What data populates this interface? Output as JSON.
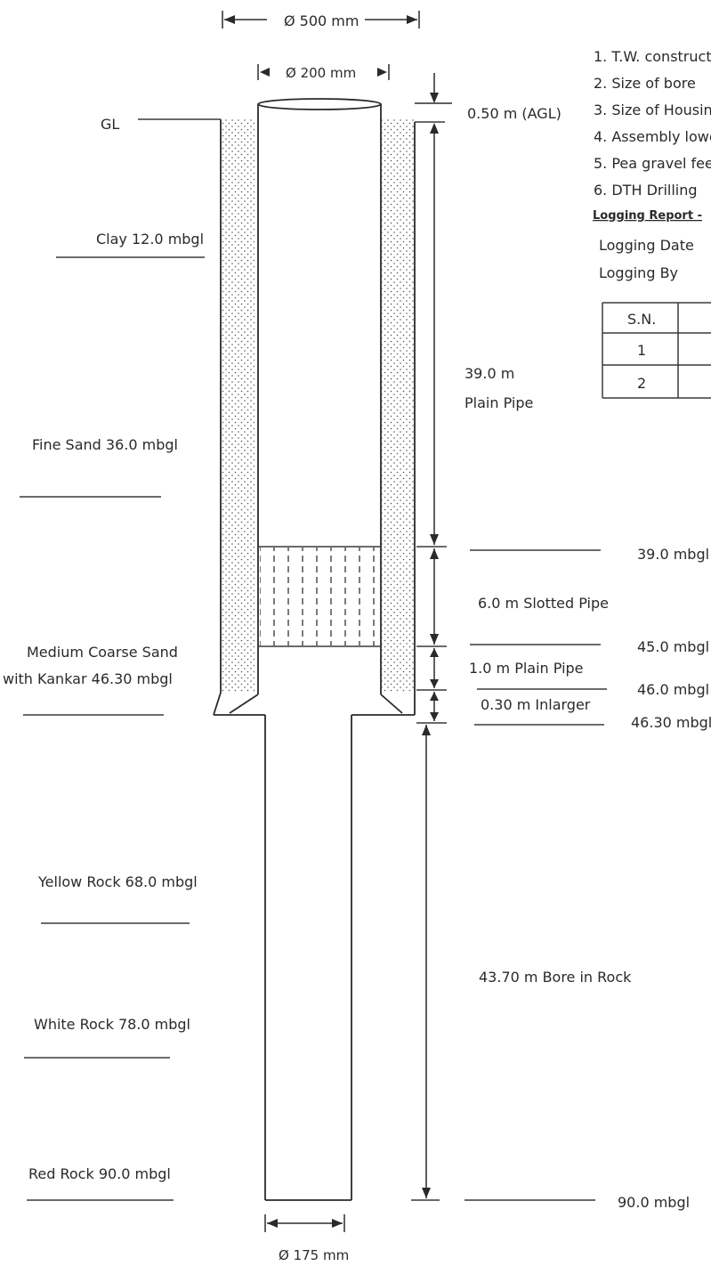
{
  "dimensions": {
    "outer_dia": "Ø 500 mm",
    "pipe_dia": "Ø 200 mm",
    "bore_dia": "Ø 175 mm",
    "agl": "0.50 m (AGL)"
  },
  "ground_label": "GL",
  "strata": [
    {
      "label": "Clay  12.0 mbgl"
    },
    {
      "label": "Fine Sand 36.0 mbgl"
    },
    {
      "label_line1": "Medium Coarse Sand",
      "label_line2": "with Kankar 46.30 mbgl"
    },
    {
      "label": "Yellow Rock 68.0 mbgl"
    },
    {
      "label": "White Rock 78.0 mbgl"
    },
    {
      "label": "Red Rock 90.0 mbgl"
    }
  ],
  "sections": {
    "plain_pipe_1": {
      "line1": "39.0 m",
      "line2": "Plain Pipe"
    },
    "slotted": "6.0 m Slotted Pipe",
    "plain_pipe_2": "1.0  m Plain Pipe",
    "enlarger": "0.30 m Inlarger",
    "rock_bore": "43.70 m Bore in Rock"
  },
  "depths": [
    "39.0 mbgl",
    "45.0 mbgl",
    "46.0 mbgl",
    "46.30 mbgl",
    "90.0 mbgl"
  ],
  "construction_list": [
    "1. T.W. construct",
    "2. Size of bore",
    "3. Size of Housin",
    "4. Assembly lowe",
    "5. Pea gravel fee",
    "6. DTH Drilling"
  ],
  "logging": {
    "title": "Logging Report -",
    "date_label": "Logging Date",
    "by_label": "Logging By",
    "table_header": "S.N.",
    "rows": [
      "1",
      "2"
    ]
  }
}
